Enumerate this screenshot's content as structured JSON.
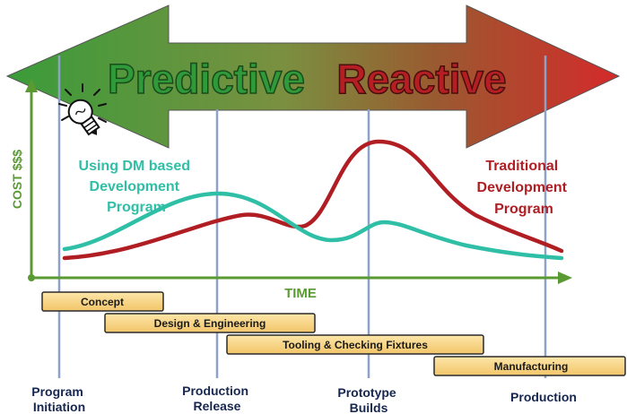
{
  "arrow": {
    "left_word": "Predictive",
    "right_word": "Reactive",
    "gradient_start": "#3a9c3a",
    "gradient_end": "#d42a2a"
  },
  "axes": {
    "y_label": "COST $$$",
    "x_label": "TIME",
    "color": "#5a9a32"
  },
  "curves": {
    "dm_label": [
      "Using DM based",
      "Development",
      "Program"
    ],
    "dm_color": "#2fbfa6",
    "traditional_label": [
      "Traditional",
      "Development",
      "Program"
    ],
    "traditional_color": "#b01e23"
  },
  "icon": "lightbulb-icon",
  "phases": [
    {
      "label": "Concept"
    },
    {
      "label": "Design & Engineering"
    },
    {
      "label": "Tooling & Checking Fixtures"
    },
    {
      "label": "Manufacturing"
    }
  ],
  "milestones": [
    {
      "lines": [
        "Program",
        "Initiation"
      ]
    },
    {
      "lines": [
        "Production",
        "Release"
      ]
    },
    {
      "lines": [
        "Prototype",
        "Builds"
      ]
    },
    {
      "lines": [
        "Production"
      ]
    }
  ]
}
